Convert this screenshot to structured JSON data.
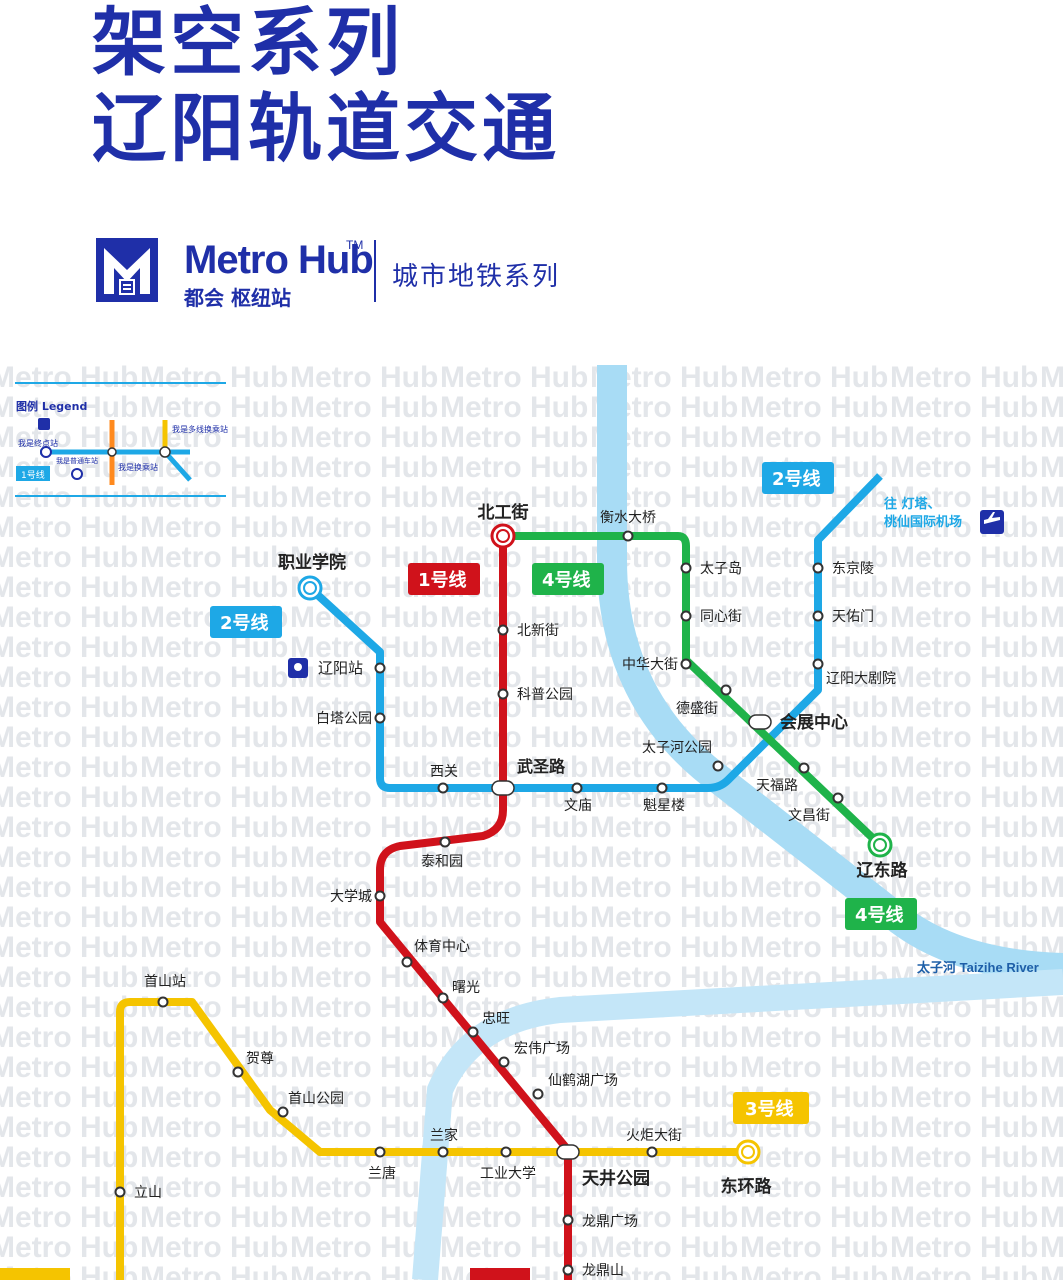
{
  "title": {
    "line1": "架空系列",
    "line2": "辽阳轨道交通"
  },
  "brand": {
    "name": "Metro Hub",
    "tm": "TM",
    "sub": "都会 枢纽站",
    "series": "城市地铁系列",
    "watermark": "Metro Hub"
  },
  "legend": {
    "title": "图例 Legend",
    "terminal": "我是终点站",
    "airport": "我是普通车站",
    "transfer": "我是换乘站",
    "multi": "我是多线换乘站",
    "line_badge": "1号线"
  },
  "river": {
    "label": "太子河 Taizihe River"
  },
  "airport_note": {
    "line1": "往 灯塔、",
    "line2": "桃仙国际机场"
  },
  "colors": {
    "line1": "#d0121b",
    "line2": "#1ea8e6",
    "line3": "#f5c400",
    "line4": "#1fb34a",
    "river": "#a8dcf5",
    "title": "#1f2fa8"
  },
  "lines": {
    "l1": "1号线",
    "l2a": "2号线",
    "l2b": "2号线",
    "l3": "3号线",
    "l4a": "4号线",
    "l4b": "4号线"
  },
  "stations": {
    "beigongjie": "北工街",
    "zhiyexueyuan": "职业学院",
    "liaoyangzhan": "辽阳站",
    "baitagongyuan": "白塔公园",
    "xiguan": "西关",
    "wushenglu": "武圣路",
    "wenmiao": "文庙",
    "kuixinglou": "魁星楼",
    "taizihegongyuan": "太子河公园",
    "beixinjie": "北新街",
    "kepugongyuan": "科普公园",
    "hengshuidaqiao": "衡水大桥",
    "taizidao": "太子岛",
    "tongxinjie": "同心街",
    "zhonghuadajie": "中华大街",
    "deshengjie": "德盛街",
    "huizhanzhongxin": "会展中心",
    "tianfulu": "天福路",
    "wenchangjie": "文昌街",
    "liaodonglu": "辽东路",
    "dongjingling": "东京陵",
    "tianyoumen": "天佑门",
    "liaoyangdajuyuan": "辽阳大剧院",
    "taiheyuan": "泰和园",
    "daxuecheng": "大学城",
    "tiyuzhongxin": "体育中心",
    "shuguang": "曙光",
    "zhongwang": "忠旺",
    "hongweiguangchang": "宏伟广场",
    "xianhehuguangchang": "仙鹤湖广场",
    "tianjinggongyuan": "天井公园",
    "longdingguangchang": "龙鼎广场",
    "longdingshan": "龙鼎山",
    "shoushanzhan": "首山站",
    "hezun": "贺尊",
    "shoushangongyuan": "首山公园",
    "lantang": "兰唐",
    "lanjia": "兰家",
    "gongyedaxue": "工业大学",
    "huojudajie": "火炬大街",
    "donghuanlu": "东环路",
    "lishan": "立山"
  }
}
